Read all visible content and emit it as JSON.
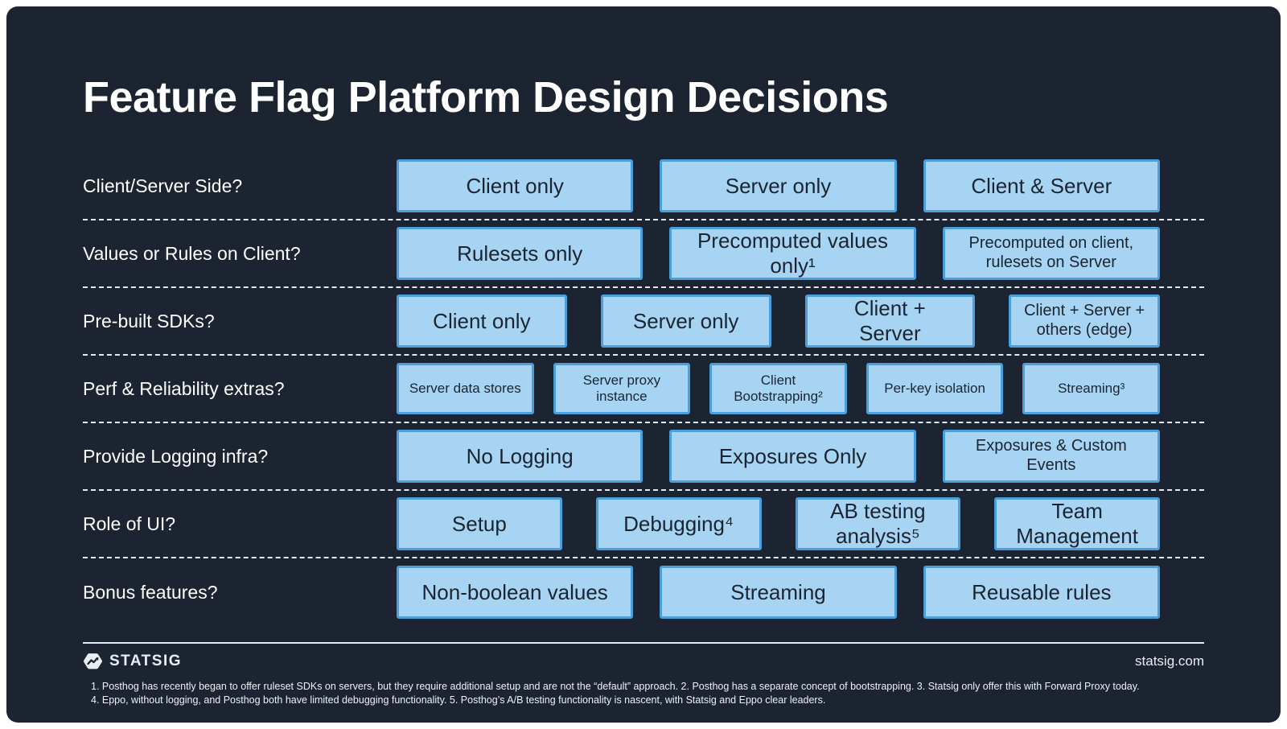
{
  "title": "Feature Flag Platform Design Decisions",
  "rows": [
    {
      "label": "Client/Server Side?",
      "options": [
        "Client only",
        "Server only",
        "Client & Server"
      ]
    },
    {
      "label": "Values or Rules on Client?",
      "options": [
        "Rulesets only",
        "Precomputed values only¹",
        "Precomputed on client, rulesets on Server"
      ]
    },
    {
      "label": "Pre-built SDKs?",
      "options": [
        "Client only",
        "Server only",
        "Client + Server",
        "Client + Server + others (edge)"
      ]
    },
    {
      "label": "Perf & Reliability extras?",
      "options": [
        "Server data stores",
        "Server proxy instance",
        "Client Bootstrapping²",
        "Per-key isolation",
        "Streaming³"
      ]
    },
    {
      "label": "Provide Logging infra?",
      "options": [
        "No Logging",
        "Exposures Only",
        "Exposures & Custom Events"
      ]
    },
    {
      "label": "Role of UI?",
      "options": [
        "Setup",
        "Debugging⁴",
        "AB testing analysis⁵",
        "Team Management"
      ]
    },
    {
      "label": "Bonus features?",
      "options": [
        "Non-boolean values",
        "Streaming",
        "Reusable rules"
      ]
    }
  ],
  "footer": {
    "brand": "STATSIG",
    "site": "statsig.com",
    "footnote_line1": "1. Posthog has recently began to offer ruleset SDKs on servers, but they require additional setup and are not the “default” approach.  2. Posthog has a separate concept of bootstrapping. 3. Statsig only offer this with Forward Proxy today.",
    "footnote_line2": "4. Eppo, without logging, and Posthog both have limited debugging functionality. 5. Posthog’s A/B testing functionality is nascent, with Statsig and Eppo clear leaders."
  },
  "colors": {
    "background": "#1b2430",
    "box_fill": "#a7d4f2",
    "box_border": "#4b9fdd",
    "text_dark": "#1b2430",
    "text_light": "#ffffff"
  }
}
